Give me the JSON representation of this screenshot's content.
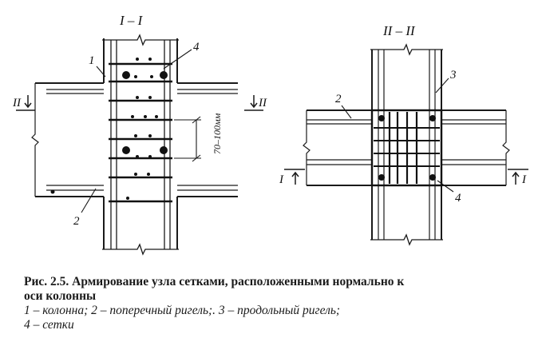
{
  "section_left": "I – I",
  "section_right": "II – II",
  "cut_marks": {
    "roman_one": "I",
    "roman_two": "II"
  },
  "labels": {
    "one": "1",
    "two": "2",
    "three": "3",
    "four": "4"
  },
  "dimension": "70–100мм",
  "caption": {
    "title_line1": "Рис. 2.5. Армирование узла сетками, расположенными нормально к",
    "title_line2": "оси колонны",
    "legend_line1": "1 – колонна;  2 – поперечный ригель;. 3 – продольный ригель;",
    "legend_line2": "4 – сетки"
  }
}
